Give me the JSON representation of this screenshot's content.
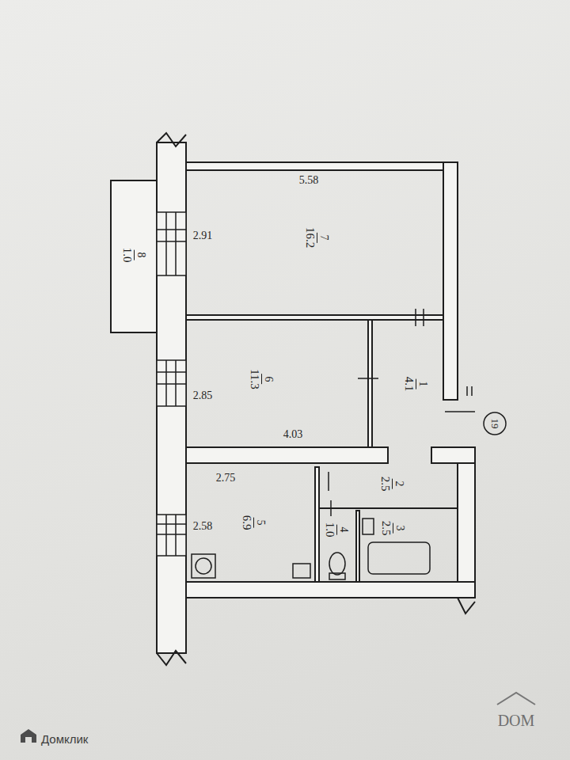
{
  "diagram": {
    "nodes": [
      {
        "text": [
          "7",
          "16.2"
        ]
      },
      {
        "text": [
          "8",
          "1.0"
        ]
      },
      {
        "text": [
          "6",
          "11.3"
        ]
      },
      {
        "text": [
          "1",
          "4.1"
        ]
      },
      {
        "text": [
          "5",
          "6.9"
        ]
      },
      {
        "text": [
          "2",
          "2.5"
        ]
      },
      {
        "text": [
          "4",
          "1.0"
        ]
      },
      {
        "text": [
          "3",
          "2.5"
        ]
      }
    ],
    "labels": [
      "5.58",
      "2.91",
      "2.85",
      "4.03",
      "2.75",
      "2.58",
      "19",
      "Домклик",
      "DOM"
    ]
  }
}
